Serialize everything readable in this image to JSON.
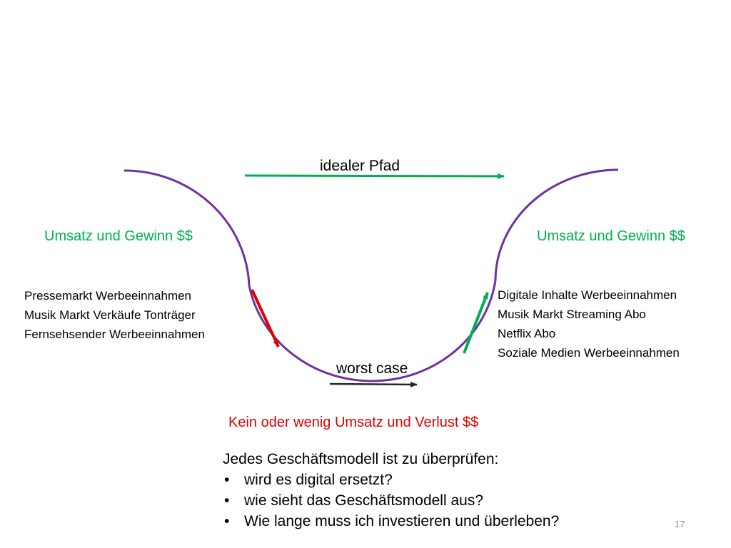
{
  "colors": {
    "curve": "#7030a0",
    "green": "#00b050",
    "red": "#e00000",
    "dark": "#262626",
    "text": "#000000",
    "muted": "#8c8c8c"
  },
  "labels": {
    "ideal_path": "idealer Pfad",
    "worst_case": "worst case",
    "left_revenue": "Umsatz und Gewinn $$",
    "right_revenue": "Umsatz und Gewinn $$",
    "loss": "Kein oder wenig Umsatz und Verlust $$"
  },
  "left_examples": [
    "Pressemarkt Werbeeinnahmen",
    "Musik Markt Verkäufe Tonträger",
    "Fernsehsender Werbeeinnahmen"
  ],
  "right_examples": [
    "Digitale Inhalte Werbeeinnahmen",
    "Musik Markt Streaming Abo",
    "Netflix Abo",
    "Soziale Medien Werbeeinnahmen"
  ],
  "questions": {
    "heading": "Jedes Geschäftsmodell ist zu überprüfen:",
    "items": [
      "wird es digital ersetzt?",
      "wie sieht das Geschäftsmodell aus?",
      "Wie lange muss ich investieren und überleben?"
    ]
  },
  "page_number": "17"
}
